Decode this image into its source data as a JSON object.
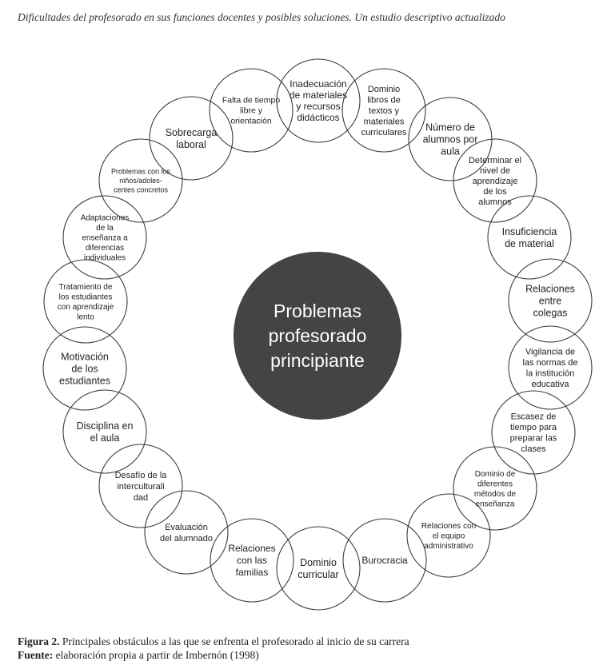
{
  "header": {
    "running_title": "Dificultades del profesorado en sus funciones docentes y posibles soluciones. Un estudio descriptivo actualizado"
  },
  "diagram": {
    "center": [
      "Problemas",
      "profesorado",
      "principiante"
    ],
    "nodes": [
      {
        "id": "falta-tiempo",
        "lines": [
          "Falta de tiempo",
          "libre y",
          "orientación"
        ]
      },
      {
        "id": "inadecuacion",
        "lines": [
          "Inadecuación",
          "de materiales",
          "y recursos",
          "didácticos"
        ]
      },
      {
        "id": "dominio-libros",
        "lines": [
          "Dominio",
          "libros de",
          "textos y",
          "materiales",
          "curriculares"
        ]
      },
      {
        "id": "numero-alumnos",
        "lines": [
          "Número de",
          "alumnos por",
          "aula"
        ]
      },
      {
        "id": "determinar-nivel",
        "lines": [
          "Determinar el",
          "nivel de",
          "aprendizaje",
          "de los",
          "alumnos"
        ]
      },
      {
        "id": "insuficiencia",
        "lines": [
          "Insuficiencia",
          "de material"
        ]
      },
      {
        "id": "relaciones-colegas",
        "lines": [
          "Relaciones",
          "entre",
          "colegas"
        ]
      },
      {
        "id": "vigilancia",
        "lines": [
          "Vigilancia de",
          "las normas de",
          "la institución",
          "educativa"
        ]
      },
      {
        "id": "escasez-tiempo",
        "lines": [
          "Escasez de",
          "tiempo para",
          "preparar las",
          "clases"
        ]
      },
      {
        "id": "dominio-metodos",
        "lines": [
          "Dominio de",
          "diferentes",
          "métodos de",
          "enseñanza"
        ]
      },
      {
        "id": "relaciones-equipo",
        "lines": [
          "Relaciones con",
          "el equipo",
          "administrativo"
        ]
      },
      {
        "id": "burocracia",
        "lines": [
          "Burocracia"
        ]
      },
      {
        "id": "dominio-curricular",
        "lines": [
          "Dominio",
          "curricular"
        ]
      },
      {
        "id": "relaciones-familias",
        "lines": [
          "Relaciones",
          "con las",
          "familias"
        ]
      },
      {
        "id": "evaluacion",
        "lines": [
          "Evaluación",
          "del alumnado"
        ]
      },
      {
        "id": "desafio",
        "lines": [
          "Desafío de la",
          "interculturali",
          "dad"
        ]
      },
      {
        "id": "disciplina",
        "lines": [
          "Disciplina en",
          "el aula"
        ]
      },
      {
        "id": "motivacion",
        "lines": [
          "Motivación",
          "de los",
          "estudiantes"
        ]
      },
      {
        "id": "tratamiento",
        "lines": [
          "Tratamiento de",
          "los estudiantes",
          "con aprendizaje",
          "lento"
        ]
      },
      {
        "id": "adaptaciones",
        "lines": [
          "Adaptaciones",
          "de la",
          "enseñanza a",
          "diferencias",
          "individuales"
        ]
      },
      {
        "id": "problemas-ninos",
        "lines": [
          "Problemas con los",
          "niños/adoles-",
          "centes concretos"
        ]
      },
      {
        "id": "sobrecarga",
        "lines": [
          "Sobrecarga",
          "laboral"
        ]
      }
    ]
  },
  "caption": {
    "figure_label": "Figura 2.",
    "figure_text": " Principales obstáculos a las que se enfrenta el profesorado al inicio de su carrera",
    "source_label": "Fuente:",
    "source_text": " elaboración propia a partir de Imbernón (1998)"
  }
}
